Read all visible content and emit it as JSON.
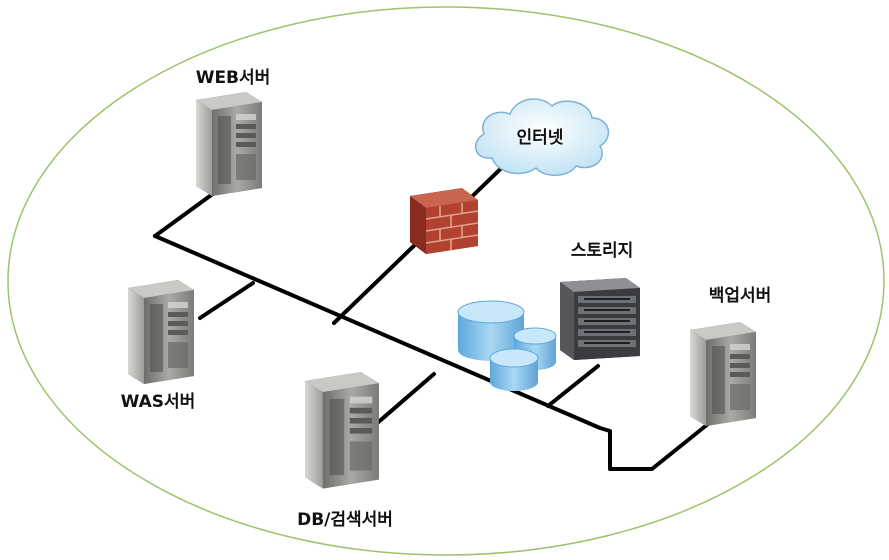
{
  "labels": {
    "web": "WEB서버",
    "internet": "인터넷",
    "storage": "스토리지",
    "backup": "백업서버",
    "was": "WAS서버",
    "db": "DB/검색서버"
  },
  "colors": {
    "boundary": "#9cc26a",
    "network_line": "#000000",
    "server_body": "#8c8d88",
    "cloud": "#d4ecf8",
    "firewall": "#a8392a",
    "database": "#7fc0ea",
    "storage_rack": "#3a3c40"
  }
}
